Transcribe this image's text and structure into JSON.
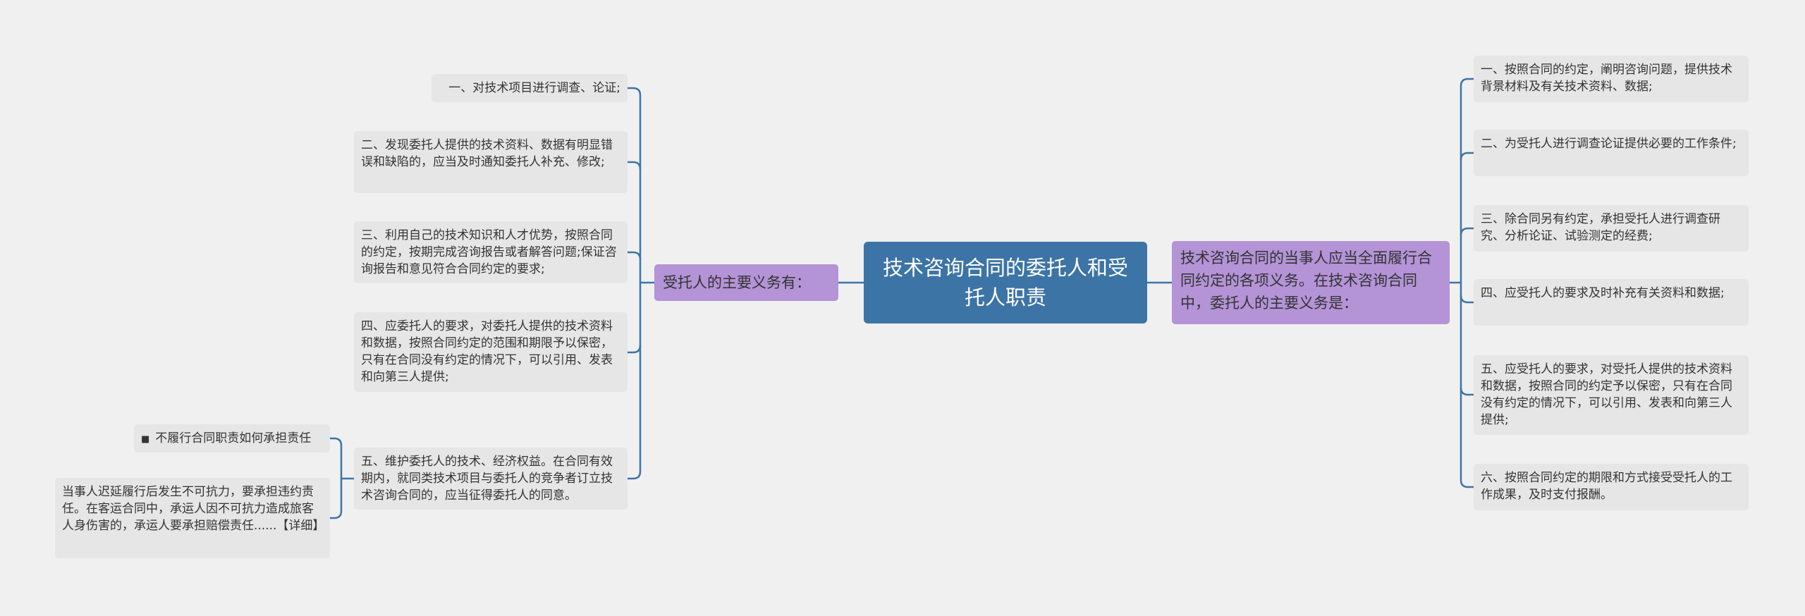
{
  "center": "技术咨询合同的委托人和受托人职责",
  "left_branch": {
    "label": "受托人的主要义务有：",
    "items": [
      "一、对技术项目进行调查、论证;",
      "二、发现委托人提供的技术资料、数据有明显错误和缺陷的，应当及时通知委托人补充、修改;",
      "三、利用自己的技术知识和人才优势，按照合同的约定，按期完成咨询报告或者解答问题;保证咨询报告和意见符合合同约定的要求;",
      "四、应委托人的要求，对委托人提供的技术资料和数据，按照合同约定的范围和期限予以保密，只有在合同没有约定的情况下，可以引用、发表和向第三人提供;",
      "五、维护委托人的技术、经济权益。在合同有效期内，就同类技术项目与委托人的竞争者订立技术咨询合同的，应当征得委托人的同意。"
    ],
    "sub": {
      "link_label": "不履行合同职责如何承担责任",
      "detail": "当事人迟延履行后发生不可抗力，要承担违约责任。在客运合同中，承运人因不可抗力造成旅客人身伤害的，承运人要承担赔偿责任......【详细】"
    }
  },
  "right_branch": {
    "label": "技术咨询合同的当事人应当全面履行合同约定的各项义务。在技术咨询合同中，委托人的主要义务是：",
    "items": [
      "一、按照合同的约定，阐明咨询问题，提供技术背景材料及有关技术资料、数据;",
      "二、为受托人进行调查论证提供必要的工作条件;",
      "三、除合同另有约定，承担受托人进行调查研究、分析论证、试验测定的经费;",
      "四、应受托人的要求及时补充有关资料和数据;",
      "五、应受托人的要求，对受托人提供的技术资料和数据，按照合同的约定予以保密，只有在合同没有约定的情况下，可以引用、发表和向第三人提供;",
      "六、按照合同约定的期限和方式接受受托人的工作成果，及时支付报酬。"
    ]
  },
  "colors": {
    "background": "#f0f0f0",
    "center": "#3d74a6",
    "branch": "#b493d6",
    "leaf": "#e6e6e6",
    "connector": "#3d74a6"
  }
}
